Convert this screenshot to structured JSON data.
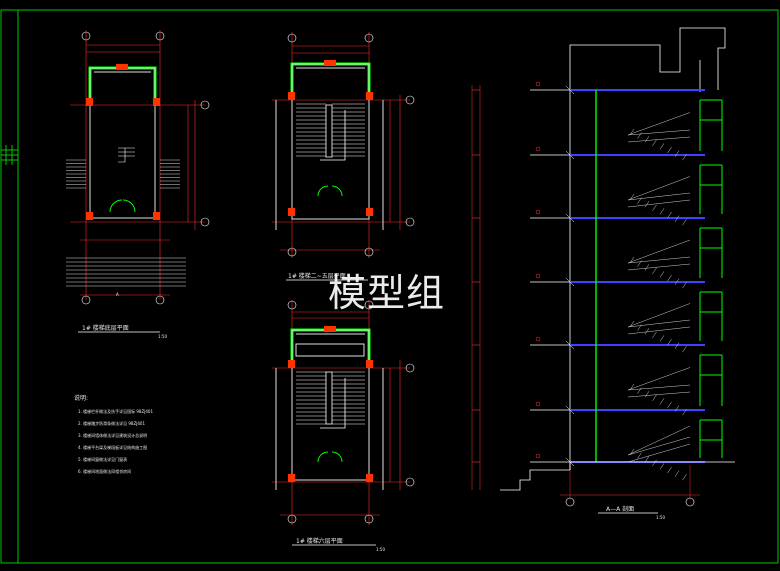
{
  "watermark": "模型组",
  "plans": {
    "first_floor_title": "1# 楼梯底层平面",
    "typical_floor_title": "1# 楼梯二~五层平面",
    "top_floor_title": "1# 楼梯六层平面",
    "scale": "1:50"
  },
  "section": {
    "title": "A—A 剖面",
    "scale": "1:50"
  },
  "notes": {
    "heading": "说明:",
    "lines": [
      "1.  楼梯栏杆做法及扶手详见国标 98ZJ401",
      "2.  楼梯踏步防滑条做法详见 98ZJ401",
      "3.  楼梯间墙体做法详见建筑设计总说明",
      "4.  楼梯平台梁及梯段板详见结构施工图",
      "5.  楼梯间窗做法详见门窗表",
      "6.  楼梯间地面做法同相邻房间"
    ]
  },
  "colors": {
    "background": "#000000",
    "frame": "#00c800",
    "grid_axis": "#ff2a2a",
    "wall": "#00ff00",
    "column": "#ff3300",
    "stair_line": "#ffffff",
    "slab": "#0000ff",
    "dimension": "#ff3030",
    "axis_bubble": "#ffffff"
  }
}
